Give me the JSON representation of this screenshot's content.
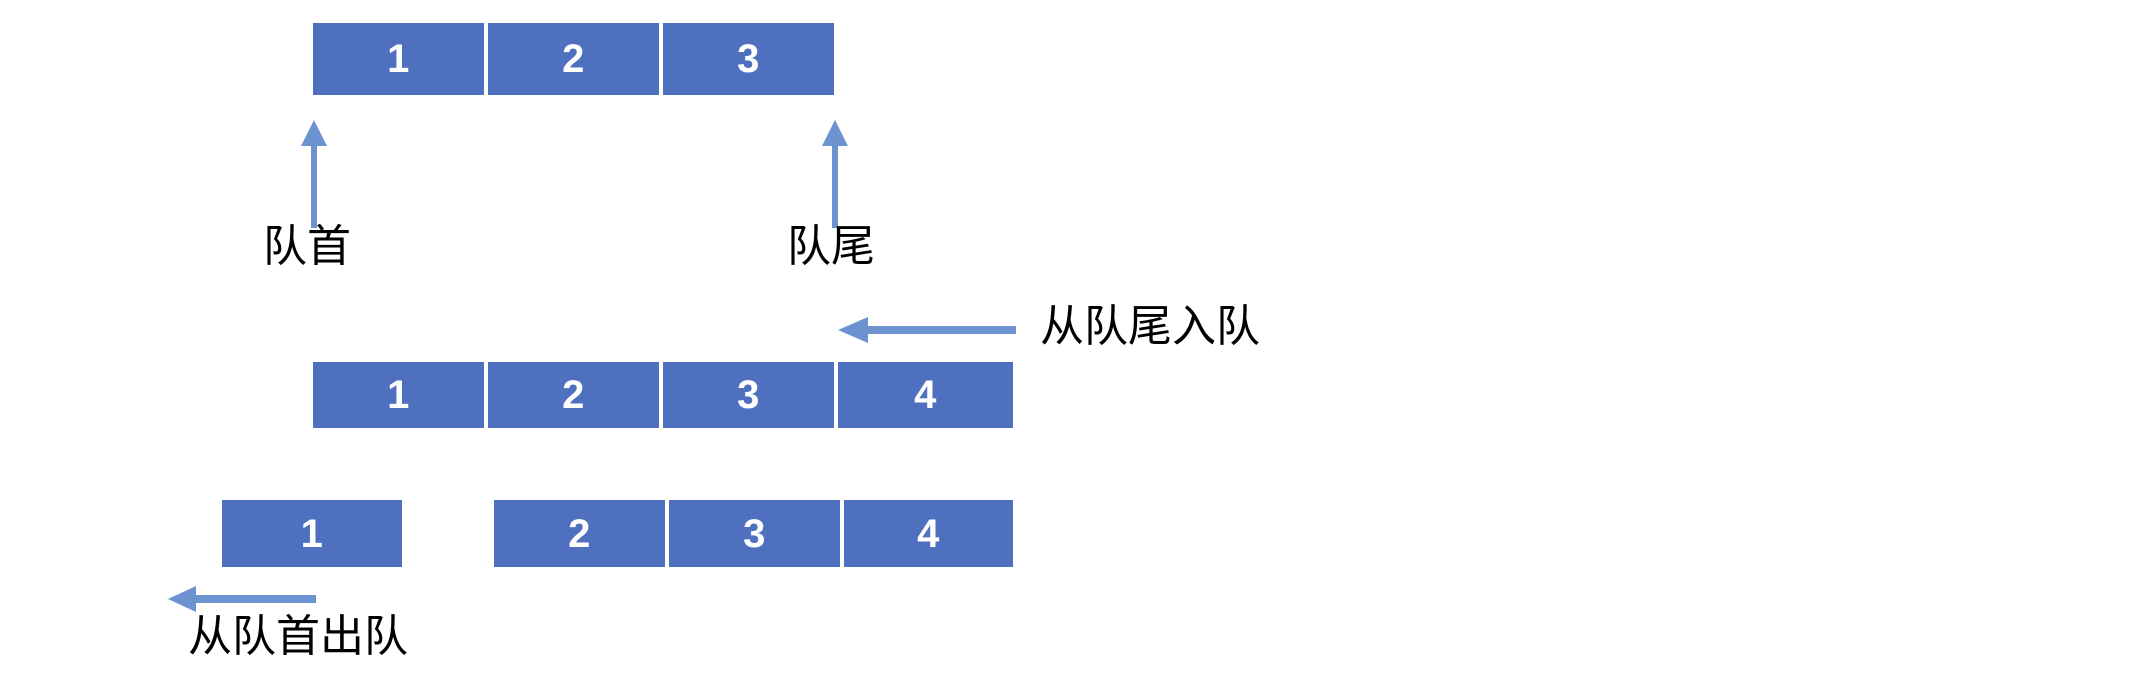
{
  "diagram": {
    "title": "queue-operations-diagram",
    "colors": {
      "cell_fill": "#4E70BE",
      "cell_text": "#FFFFFF",
      "arrow": "#6C93CF",
      "label_text": "#000000",
      "background": "#FFFFFF"
    },
    "rows": [
      {
        "id": "row-initial",
        "cells": [
          {
            "value": "1"
          },
          {
            "value": "2"
          },
          {
            "value": "3"
          }
        ]
      },
      {
        "id": "row-after-enqueue",
        "cells": [
          {
            "value": "1"
          },
          {
            "value": "2"
          },
          {
            "value": "3"
          },
          {
            "value": "4"
          }
        ]
      },
      {
        "id": "row-after-dequeue",
        "detached_cell": {
          "value": "1"
        },
        "cells": [
          {
            "value": "2"
          },
          {
            "value": "3"
          },
          {
            "value": "4"
          }
        ]
      }
    ],
    "labels": {
      "head": "队首",
      "tail": "队尾",
      "enqueue": "从队尾入队",
      "dequeue": "从队首出队"
    },
    "arrows": {
      "head_pointer": "arrow-up-icon",
      "tail_pointer": "arrow-up-icon",
      "enqueue_arrow": "arrow-left-icon",
      "dequeue_arrow": "arrow-left-icon"
    }
  }
}
